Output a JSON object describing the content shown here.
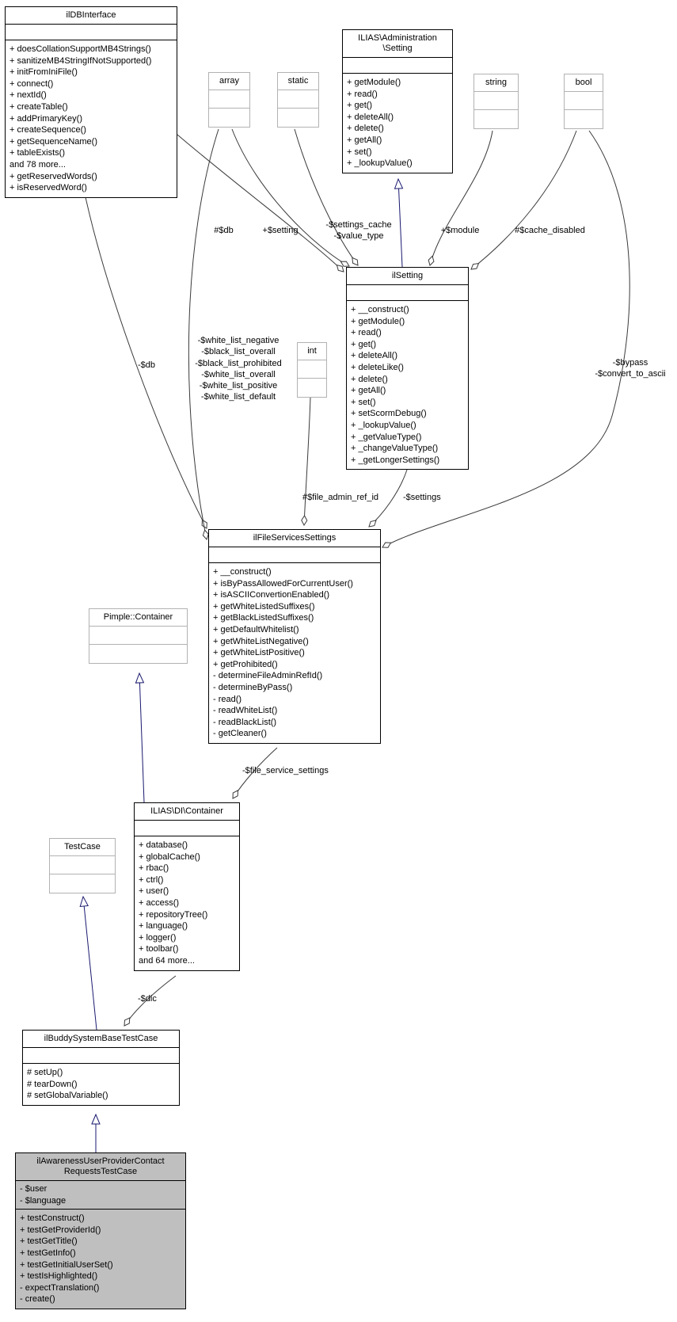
{
  "diagram": {
    "colors": {
      "inheritance_edge": "#191970",
      "aggregation_edge": "#3a3a3a",
      "highlighted_node_fill": "#bfbfbf",
      "primitive_border": "#b2b2b2"
    },
    "classes": {
      "db": {
        "title": "ilDBInterface",
        "methods": [
          "+ doesCollationSupportMB4Strings()",
          "+ sanitizeMB4StringIfNotSupported()",
          "+ initFromIniFile()",
          "+ connect()",
          "+ nextId()",
          "+ createTable()",
          "+ addPrimaryKey()",
          "+ createSequence()",
          "+ getSequenceName()",
          "+ tableExists()",
          "and 78 more...",
          "+ getReservedWords()",
          "+ isReservedWord()"
        ]
      },
      "adminSetting": {
        "title1": "ILIAS\\Administration",
        "title2": "\\Setting",
        "methods": [
          "+ getModule()",
          "+ read()",
          "+ get()",
          "+ deleteAll()",
          "+ delete()",
          "+ getAll()",
          "+ set()",
          "+ _lookupValue()"
        ]
      },
      "array": {
        "title": "array"
      },
      "static": {
        "title": "static"
      },
      "string": {
        "title": "string"
      },
      "bool": {
        "title": "bool"
      },
      "int": {
        "title": "int"
      },
      "setting": {
        "title": "ilSetting",
        "methods": [
          "+ __construct()",
          "+ getModule()",
          "+ read()",
          "+ get()",
          "+ deleteAll()",
          "+ deleteLike()",
          "+ delete()",
          "+ getAll()",
          "+ set()",
          "+ setScormDebug()",
          "+ _lookupValue()",
          "+ _getValueType()",
          "+ _changeValueType()",
          "+ _getLongerSettings()"
        ]
      },
      "fileServices": {
        "title": "ilFileServicesSettings",
        "methods": [
          "+ __construct()",
          "+ isByPassAllowedForCurrentUser()",
          "+ isASCIIConvertionEnabled()",
          "+ getWhiteListedSuffixes()",
          "+ getBlackListedSuffixes()",
          "+ getDefaultWhitelist()",
          "+ getWhiteListNegative()",
          "+ getWhiteListPositive()",
          "+ getProhibited()",
          "- determineFileAdminRefId()",
          "- determineByPass()",
          "- read()",
          "- readWhiteList()",
          "- readBlackList()",
          "- getCleaner()"
        ]
      },
      "pimple": {
        "title": "Pimple::Container"
      },
      "diContainer": {
        "title": "ILIAS\\DI\\Container",
        "methods": [
          "+ database()",
          "+ globalCache()",
          "+ rbac()",
          "+ ctrl()",
          "+ user()",
          "+ access()",
          "+ repositoryTree()",
          "+ language()",
          "+ logger()",
          "+ toolbar()",
          "and 64 more..."
        ]
      },
      "testCase": {
        "title": "TestCase"
      },
      "buddy": {
        "title": "ilBuddySystemBaseTestCase",
        "methods": [
          "# setUp()",
          "# tearDown()",
          "# setGlobalVariable()"
        ]
      },
      "awareness": {
        "title1": "ilAwarenessUserProviderContact",
        "title2": "RequestsTestCase",
        "attrs": [
          "- $user",
          "- $language"
        ],
        "methods": [
          "+ testConstruct()",
          "+ testGetProviderId()",
          "+ testGetTitle()",
          "+ testGetInfo()",
          "+ testGetInitialUserSet()",
          "+ testIsHighlighted()",
          "- expectTranslation()",
          "- create()"
        ]
      }
    },
    "labels": {
      "db_setting": "#$db",
      "setting_array": "+$setting",
      "settings_cache": "-$settings_cache",
      "value_type": "-$value_type",
      "module": "+$module",
      "cache_disabled": "#$cache_disabled",
      "db_file": "-$db",
      "wl0": "-$white_list_negative",
      "wl1": "-$black_list_overall",
      "wl2": "-$black_list_prohibited",
      "wl3": "-$white_list_overall",
      "wl4": "-$white_list_positive",
      "wl5": "-$white_list_default",
      "file_admin_ref_id": "#$file_admin_ref_id",
      "settings": "-$settings",
      "bypass": "-$bypass",
      "convert": "-$convert_to_ascii",
      "file_service_settings": "-$file_service_settings",
      "dic": "-$dic"
    }
  }
}
